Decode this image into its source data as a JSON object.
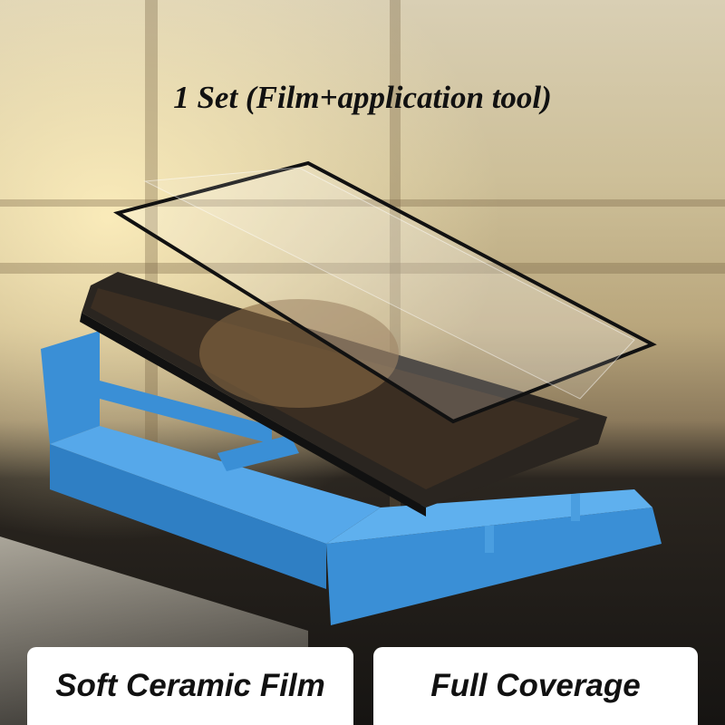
{
  "header": {
    "title": "1 Set (Film+application tool)"
  },
  "badges": [
    {
      "label": "Soft Ceramic Film"
    },
    {
      "label": "Full Coverage"
    }
  ],
  "colors": {
    "tray": "#3a8fd6",
    "phone": "#1a1714",
    "badge_bg": "#ffffff"
  }
}
